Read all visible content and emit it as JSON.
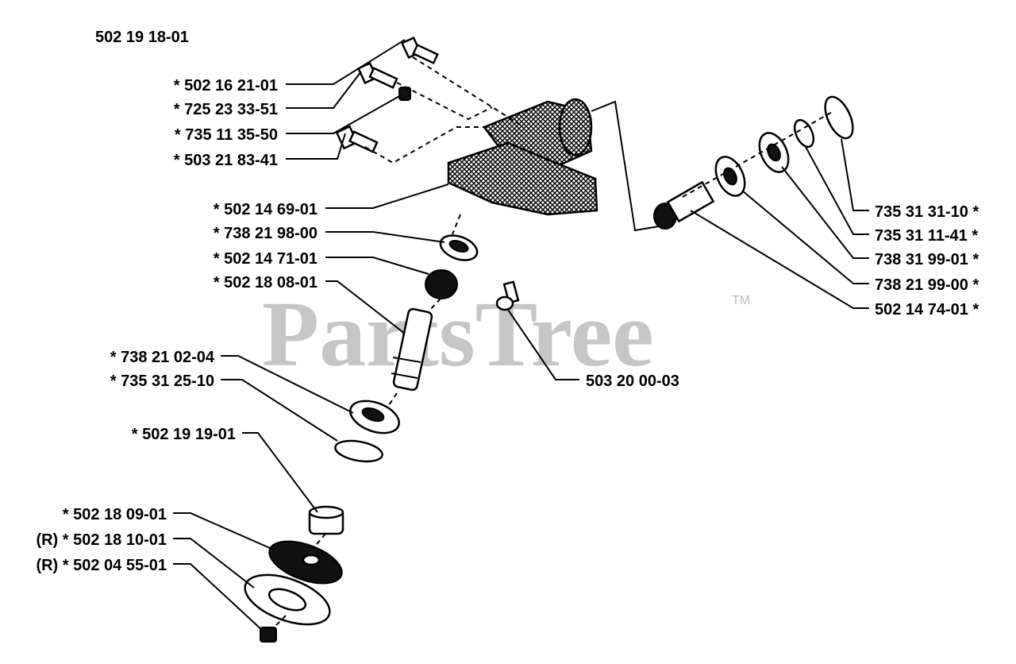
{
  "assembly_number": "502 19 18-01",
  "watermark": {
    "brand": "PartsTree",
    "tm": "TM"
  },
  "labels": {
    "l1": "*  502 16 21-01",
    "l2": "*  725 23 33-51",
    "l3": "*  735 11 35-50",
    "l4": "*  503 21 83-41",
    "l5": "*  502 14 69-01",
    "l6": "*  738 21 98-00",
    "l7": "*  502 14 71-01",
    "l8": "*  502 18 08-01",
    "l9": "*  738 21 02-04",
    "l10": "*  735 31 25-10",
    "l11": "*  502 19 19-01",
    "l12": "*  502 18 09-01",
    "l13": "(R) *  502 18 10-01",
    "l14": "(R) *  502 04 55-01",
    "r1": "735 31 31-10  *",
    "r2": "735 31 11-41  *",
    "r3": "738 31 99-01  *",
    "r4": "738 21 99-00  *",
    "r5": "502 14 74-01  *",
    "c1": "503 20 00-03"
  },
  "colors": {
    "ink": "#000000",
    "watermark": "#bdbdbd",
    "background": "#ffffff"
  }
}
